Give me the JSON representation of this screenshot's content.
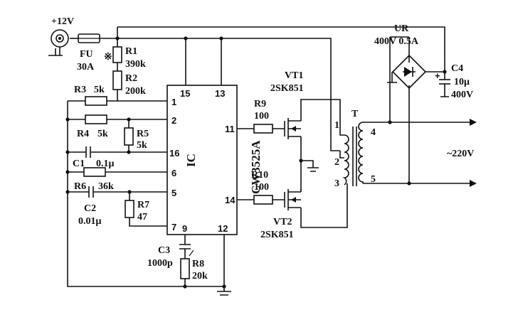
{
  "power": {
    "label": "+12V"
  },
  "fuse": {
    "name": "FU",
    "rating": "30A",
    "mark": "※"
  },
  "resistors": {
    "r1": {
      "name": "R1",
      "value": "390k"
    },
    "r2": {
      "name": "R2",
      "value": "200k"
    },
    "r3": {
      "name": "R3",
      "value": "5k"
    },
    "r4": {
      "name": "R4",
      "value": "5k"
    },
    "r5": {
      "name": "R5",
      "value": "5k"
    },
    "r6": {
      "name": "R6",
      "value": "36k"
    },
    "r7": {
      "name": "R7",
      "value": "47"
    },
    "r8": {
      "name": "R8",
      "value": "20k"
    },
    "r9": {
      "name": "R9",
      "value": "100"
    },
    "r10": {
      "name": "R10",
      "value": "100"
    }
  },
  "capacitors": {
    "c1": {
      "name": "C1",
      "value": "0.1μ"
    },
    "c2": {
      "name": "C2",
      "value": "0.01μ"
    },
    "c3": {
      "name": "C3",
      "value": "1000p"
    },
    "c4": {
      "name": "C4",
      "value": "10μ",
      "voltage": "400V"
    }
  },
  "ic": {
    "label": "IC",
    "part": "CW3525A",
    "pins": [
      "1",
      "2",
      "16",
      "6",
      "5",
      "7",
      "9",
      "15",
      "13",
      "11",
      "14",
      "12"
    ]
  },
  "transistors": {
    "vt1": {
      "name": "VT1",
      "part": "2SK851"
    },
    "vt2": {
      "name": "VT2",
      "part": "2SK851"
    }
  },
  "transformer": {
    "name": "T",
    "pins": [
      "1",
      "2",
      "3",
      "4",
      "5"
    ]
  },
  "rectifier": {
    "name": "UR",
    "rating": "400V 0.5A"
  },
  "output": {
    "label": "~220V"
  }
}
